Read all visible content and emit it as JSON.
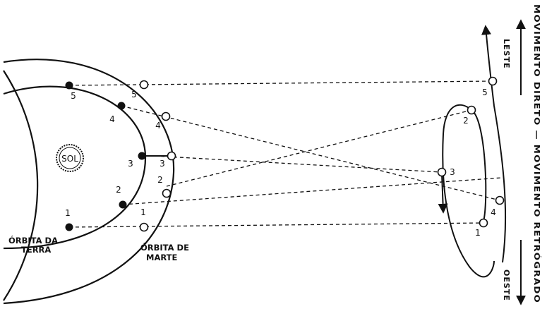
{
  "sun": {
    "label": "SOL"
  },
  "earth_orbit": {
    "caption_line1": "ÓRBITA DA",
    "caption_line2": "TERRA",
    "positions": [
      "1",
      "2",
      "3",
      "4",
      "5"
    ]
  },
  "mars_orbit": {
    "caption_line1": "ÓRBITA DE",
    "caption_line2": "MARTE",
    "positions": [
      "1",
      "2",
      "3",
      "4",
      "5"
    ]
  },
  "apparent_path": {
    "positions": [
      "1",
      "2",
      "3",
      "4",
      "5"
    ]
  },
  "directions": {
    "east": "LESTE",
    "west": "OESTE",
    "side_label": "MOVIMENTO DIRETO — MOVIMENTO RETRÓGRADO"
  },
  "colors": {
    "ink": "#111111",
    "background": "#ffffff"
  }
}
